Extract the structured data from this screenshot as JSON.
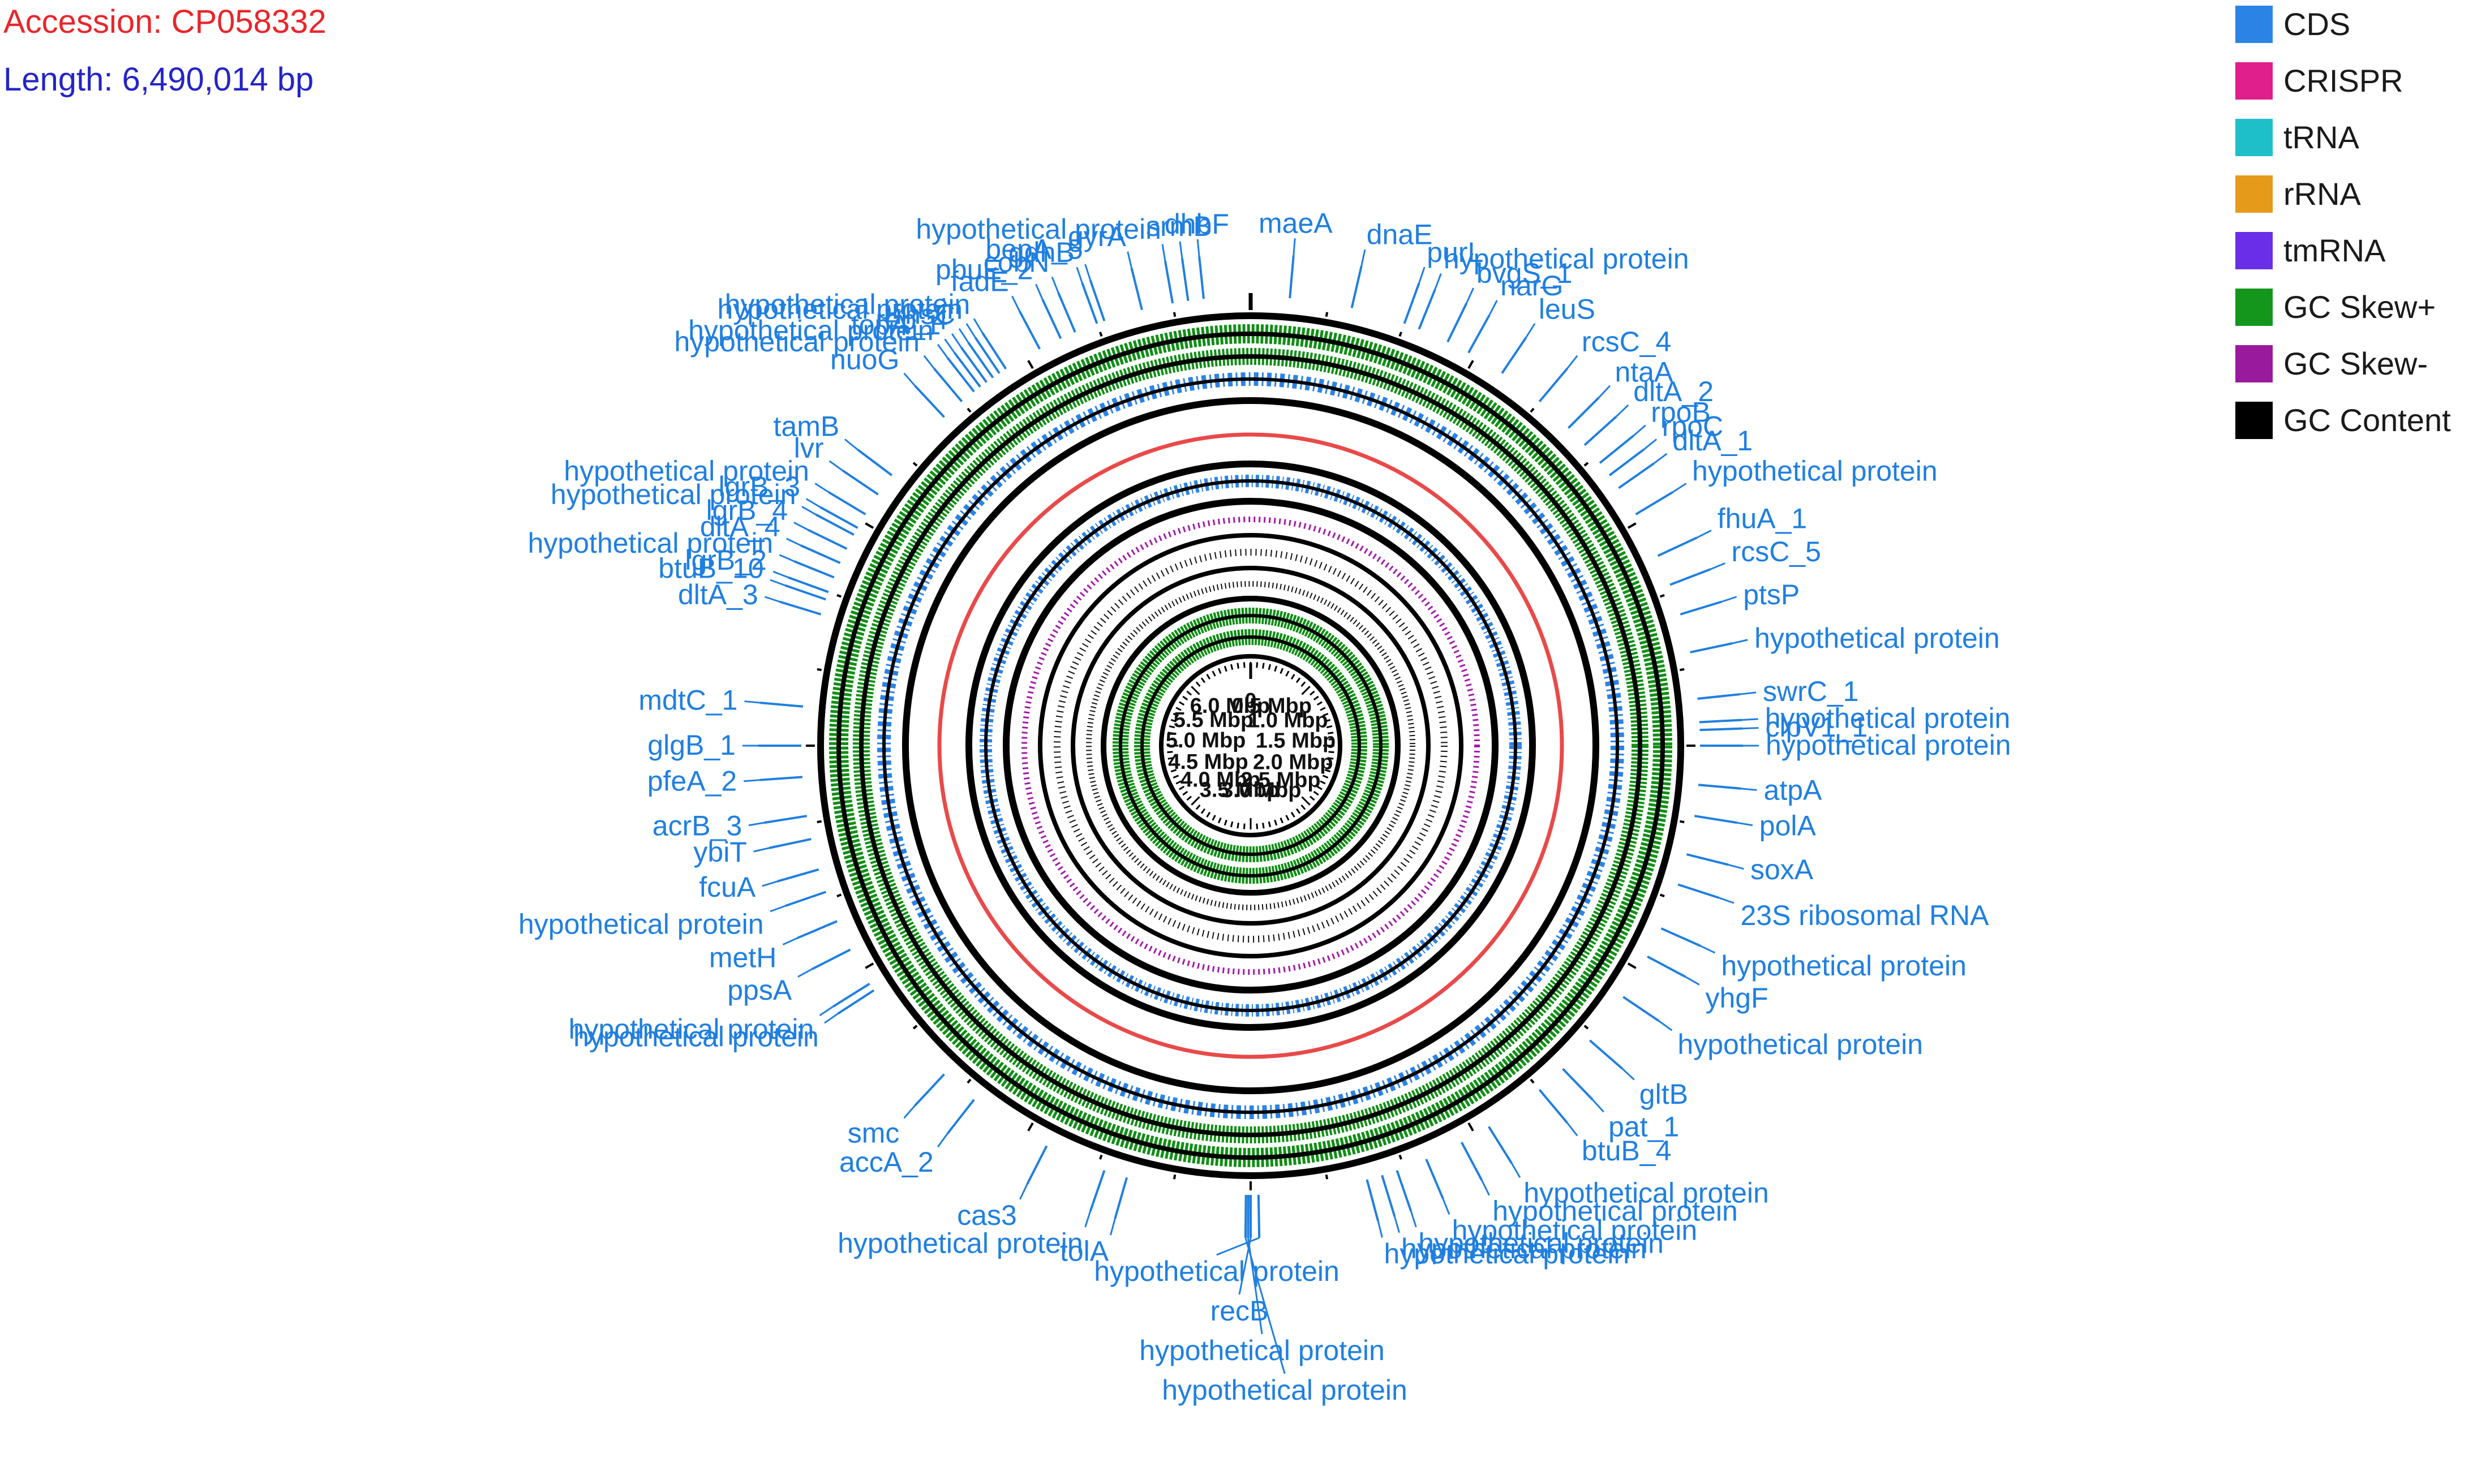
{
  "header": {
    "accession_text": "Accession: CP058332",
    "length_text": "Length: 6,490,014 bp"
  },
  "colors": {
    "accession": "#e8262b",
    "length": "#2424c8",
    "label": "#1f7fe0",
    "backbone": "#000000",
    "cds": "#2b83e6",
    "rrna_ring": "#e84a4a",
    "gc_skew_plus": "#0f8f14",
    "gc_skew_minus": "#a21aa8",
    "gc_content": "#111111"
  },
  "legend": [
    {
      "label": "CDS",
      "color": "#2b83e6"
    },
    {
      "label": "CRISPR",
      "color": "#e01e8c"
    },
    {
      "label": "tRNA",
      "color": "#1fbfc9"
    },
    {
      "label": "rRNA",
      "color": "#e69a1a"
    },
    {
      "label": "tmRNA",
      "color": "#6a2ee8"
    },
    {
      "label": "GC Skew+",
      "color": "#13961b"
    },
    {
      "label": "GC Skew-",
      "color": "#9a1a9e"
    },
    {
      "label": "GC Content",
      "color": "#000000"
    }
  ],
  "genome_length_mbp": 6.49,
  "scale_ticks": [
    "0",
    "0.5 Mbp",
    "1.0 Mbp",
    "1.5 Mbp",
    "2.0 Mbp",
    "2.5 Mbp",
    "3.0 Mbp",
    "3.5 Mbp",
    "4.0 Mbp",
    "4.5 Mbp",
    "5.0 Mbp",
    "5.5 Mbp",
    "6.0 Mbp"
  ],
  "features": [
    {
      "name": "maeA",
      "angle": 5
    },
    {
      "name": "dnaE",
      "angle": 13
    },
    {
      "name": "purL",
      "angle": 20
    },
    {
      "name": "hypothetical protein",
      "angle": 22
    },
    {
      "name": "bvgS_1",
      "angle": 26
    },
    {
      "name": "narG",
      "angle": 29
    },
    {
      "name": "leuS",
      "angle": 34
    },
    {
      "name": "rcsC_4",
      "angle": 40
    },
    {
      "name": "ntaA",
      "angle": 45
    },
    {
      "name": "dltA_2",
      "angle": 48
    },
    {
      "name": "rpoB",
      "angle": 51
    },
    {
      "name": "rpoC",
      "angle": 53
    },
    {
      "name": "dltA_1",
      "angle": 55
    },
    {
      "name": "hypothetical protein",
      "angle": 59
    },
    {
      "name": "fhuA_1",
      "angle": 65
    },
    {
      "name": "rcsC_5",
      "angle": 69
    },
    {
      "name": "ptsP",
      "angle": 73
    },
    {
      "name": "hypothetical protein",
      "angle": 78
    },
    {
      "name": "swrC_1",
      "angle": 84
    },
    {
      "name": "hypothetical protein",
      "angle": 87
    },
    {
      "name": "clpV1_1",
      "angle": 88
    },
    {
      "name": "hypothetical protein",
      "angle": 90
    },
    {
      "name": "atpA",
      "angle": 95
    },
    {
      "name": "polA",
      "angle": 99
    },
    {
      "name": "soxA",
      "angle": 104
    },
    {
      "name": "23S ribosomal RNA",
      "angle": 108
    },
    {
      "name": "hypothetical protein",
      "angle": 114
    },
    {
      "name": "yhgF",
      "angle": 118
    },
    {
      "name": "hypothetical protein",
      "angle": 124
    },
    {
      "name": "gltB",
      "angle": 131
    },
    {
      "name": "pat_1",
      "angle": 136
    },
    {
      "name": "btuB_4",
      "angle": 140
    },
    {
      "name": "hypothetical protein",
      "angle": 148
    },
    {
      "name": "hypothetical protein",
      "angle": 152
    },
    {
      "name": "hypothetical protein",
      "angle": 157
    },
    {
      "name": "hypothetical protein",
      "angle": 161
    },
    {
      "name": "hypothetical protein",
      "angle": 163
    },
    {
      "name": "hypothetical protein",
      "angle": 165
    },
    {
      "name": "hypothetical protein",
      "angle": 179
    },
    {
      "name": "recB",
      "angle": 180
    },
    {
      "name": "hypothetical protein",
      "angle": 180.3
    },
    {
      "name": "hypothetical protein",
      "angle": 180.6
    },
    {
      "name": "tolA",
      "angle": 196
    },
    {
      "name": "hypothetical protein",
      "angle": 199
    },
    {
      "name": "cas3",
      "angle": 207
    },
    {
      "name": "accA_2",
      "angle": 218
    },
    {
      "name": "smc",
      "angle": 223
    },
    {
      "name": "hypothetical protein",
      "angle": 237
    },
    {
      "name": "hypothetical protein",
      "angle": 238
    },
    {
      "name": "ppsA",
      "angle": 243
    },
    {
      "name": "metH",
      "angle": 247
    },
    {
      "name": "hypothetical protein",
      "angle": 251
    },
    {
      "name": "fcuA",
      "angle": 254
    },
    {
      "name": "ybiT",
      "angle": 258
    },
    {
      "name": "acrB_3",
      "angle": 261
    },
    {
      "name": "pfeA_2",
      "angle": 266
    },
    {
      "name": "glgB_1",
      "angle": 270
    },
    {
      "name": "mdtC_1",
      "angle": 275
    },
    {
      "name": "dltA_3",
      "angle": 287
    },
    {
      "name": "btuB_10",
      "angle": 289
    },
    {
      "name": "lgrB_2",
      "angle": 290
    },
    {
      "name": "hypothetical protein",
      "angle": 292
    },
    {
      "name": "dltA_4",
      "angle": 294
    },
    {
      "name": "lgrB_4",
      "angle": 296
    },
    {
      "name": "hypothetical protein",
      "angle": 298
    },
    {
      "name": "lgrB_3",
      "angle": 299
    },
    {
      "name": "hypothetical protein",
      "angle": 301
    },
    {
      "name": "lvr",
      "angle": 304
    },
    {
      "name": "tamB",
      "angle": 307
    },
    {
      "name": "nuoG",
      "angle": 317
    },
    {
      "name": "hypothetical protein",
      "angle": 320
    },
    {
      "name": "hypothetical protein",
      "angle": 322
    },
    {
      "name": "topA_1",
      "angle": 323
    },
    {
      "name": "rep_4",
      "angle": 324
    },
    {
      "name": "rhsC",
      "angle": 325
    },
    {
      "name": "hypothetical protein",
      "angle": 326
    },
    {
      "name": "hypothetical protein",
      "angle": 327
    },
    {
      "name": "fadE",
      "angle": 332
    },
    {
      "name": "pbuE_2",
      "angle": 335
    },
    {
      "name": "cobN",
      "angle": 337
    },
    {
      "name": "gdhB",
      "angle": 340
    },
    {
      "name": "bepA_5",
      "angle": 341
    },
    {
      "name": "gyrA",
      "angle": 346
    },
    {
      "name": "hypothetical protein",
      "angle": 350
    },
    {
      "name": "srmB",
      "angle": 352
    },
    {
      "name": "dhbF",
      "angle": 354
    }
  ]
}
